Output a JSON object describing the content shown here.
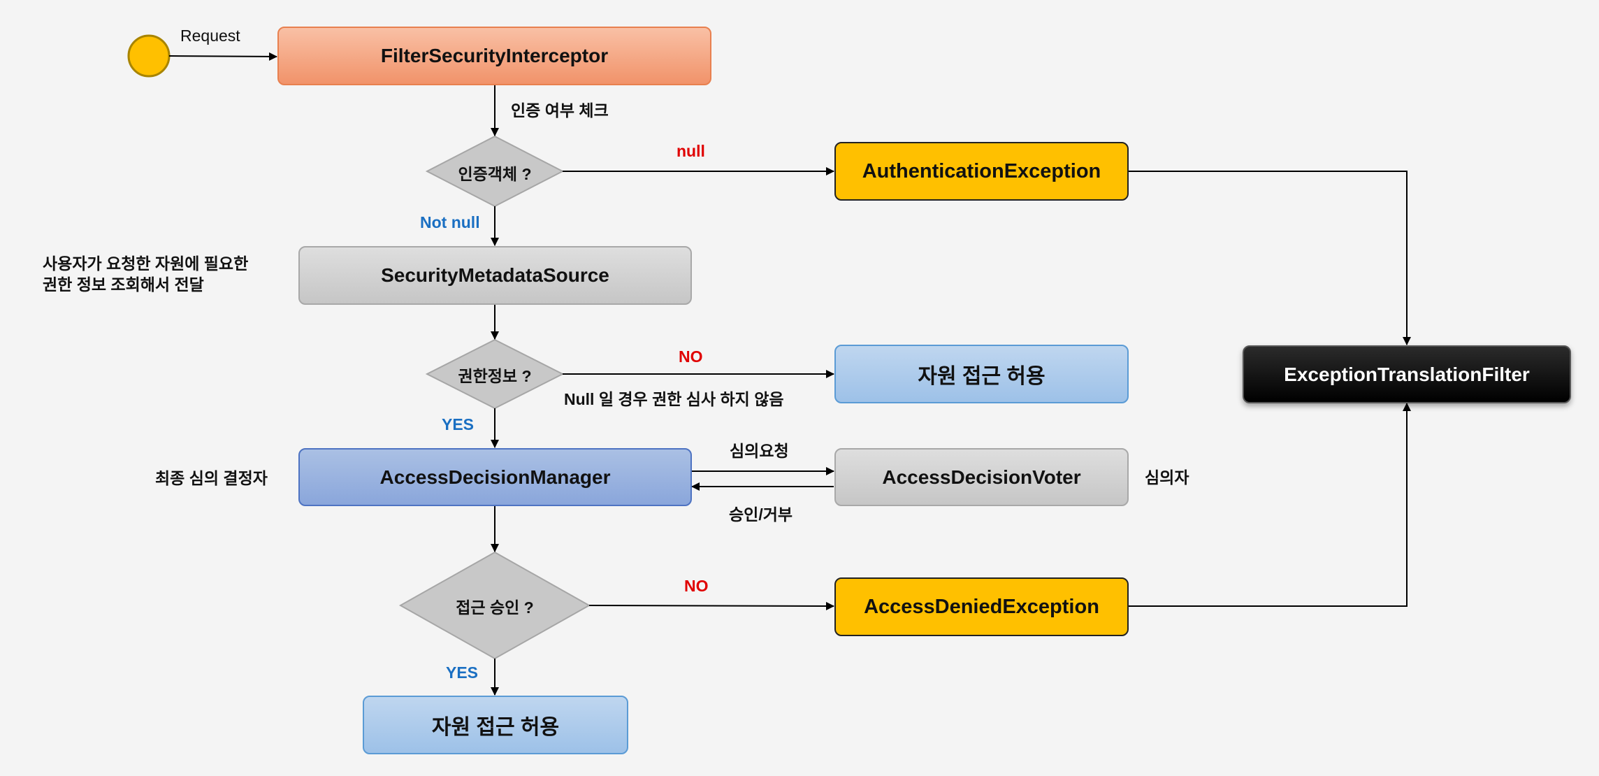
{
  "boxes": {
    "filter_security_interceptor": "FilterSecurityInterceptor",
    "authentication_exception": "AuthenticationException",
    "security_metadata_source": "SecurityMetadataSource",
    "access_granted_1": "자원 접근 허용",
    "access_decision_manager": "AccessDecisionManager",
    "access_decision_voter": "AccessDecisionVoter",
    "access_denied_exception": "AccessDeniedException",
    "access_granted_2": "자원 접근 허용",
    "exception_translation_filter": "ExceptionTranslationFilter"
  },
  "decisions": {
    "auth_object": "인증객체 ?",
    "authority_info": "권한정보 ?",
    "access_approval": "접근 승인 ?"
  },
  "labels": {
    "request": "Request",
    "auth_check": "인증 여부 체크",
    "null": "null",
    "not_null": "Not null",
    "metadata_desc_line1": "사용자가 요청한 자원에 필요한",
    "metadata_desc_line2": "권한 정보 조회해서 전달",
    "no_1": "NO",
    "null_note": "Null 일 경우 권한 심사 하지 않음",
    "yes_1": "YES",
    "final_decider": "최종 심의 결정자",
    "deliberation_request": "심의요청",
    "approve_reject": "승인/거부",
    "voter_role": "심의자",
    "no_2": "NO",
    "yes_2": "YES"
  },
  "colors": {
    "start_node": "#ffc000",
    "no_label": "#e00000",
    "yes_label": "#1a6fc2"
  }
}
